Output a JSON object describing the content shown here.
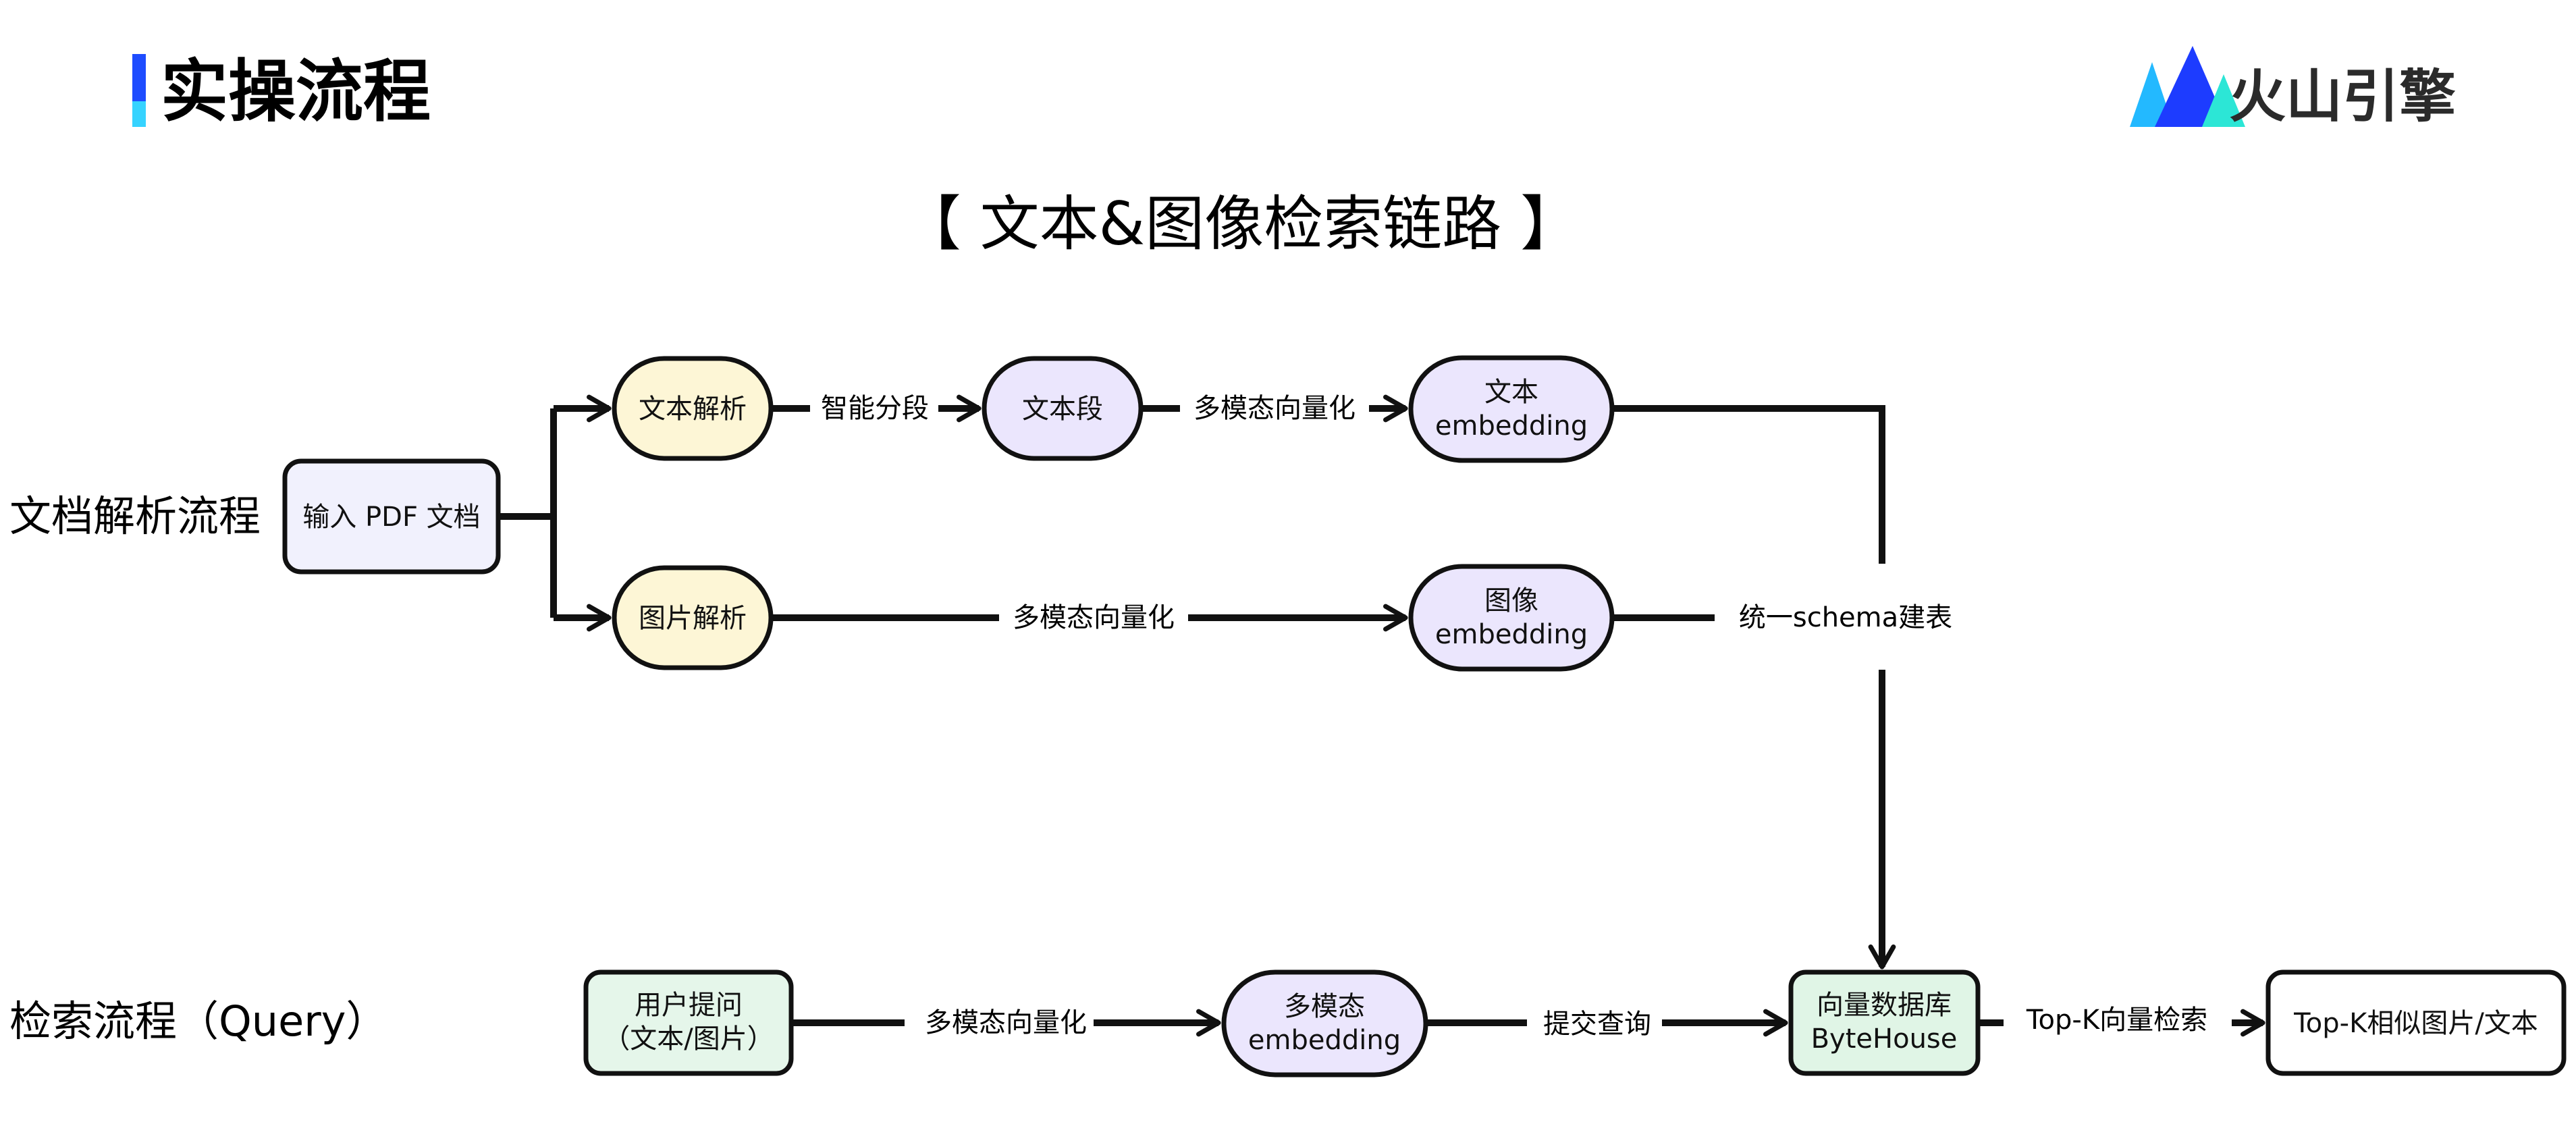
{
  "header": {
    "title": "实操流程",
    "accent_colors": [
      "#1e4cff",
      "#36d3ff"
    ]
  },
  "brand": {
    "name": "火山引擎",
    "logo_icon": "volcano-mountain-icon",
    "colors": [
      "#1d3cff",
      "#23b9ff",
      "#2ce6d6"
    ]
  },
  "diagram": {
    "title": "【 文本&图像检索链路 】",
    "sections": {
      "doc_parse": "文档解析流程",
      "retrieval": "检索流程（Query）"
    },
    "nodes": {
      "input_pdf": "输入 PDF 文档",
      "text_parse": "文本解析",
      "image_parse": "图片解析",
      "text_segment": "文本段",
      "text_embedding": [
        "文本",
        "embedding"
      ],
      "image_embedding": [
        "图像",
        "embedding"
      ],
      "user_query": [
        "用户提问",
        "（文本/图片）"
      ],
      "multimodal_embedding": [
        "多模态",
        "embedding"
      ],
      "vector_db": [
        "向量数据库",
        "ByteHouse"
      ],
      "topk_result": "Top-K相似图片/文本"
    },
    "edges": {
      "smart_segment": "智能分段",
      "mm_vectorize_1": "多模态向量化",
      "mm_vectorize_2": "多模态向量化",
      "unified_schema": "统一schema建表",
      "mm_vectorize_3": "多模态向量化",
      "submit_query": "提交查询",
      "topk_search": "Top-K向量检索"
    },
    "colors": {
      "parse_fill": "#fdf6d6",
      "embedding_fill": "#ebe6fd",
      "input_fill": "#f1f1fd",
      "query_fill": "#e5f6ea",
      "db_fill": "#e0f5e6",
      "result_fill": "#ffffff",
      "stroke": "#111111"
    }
  }
}
